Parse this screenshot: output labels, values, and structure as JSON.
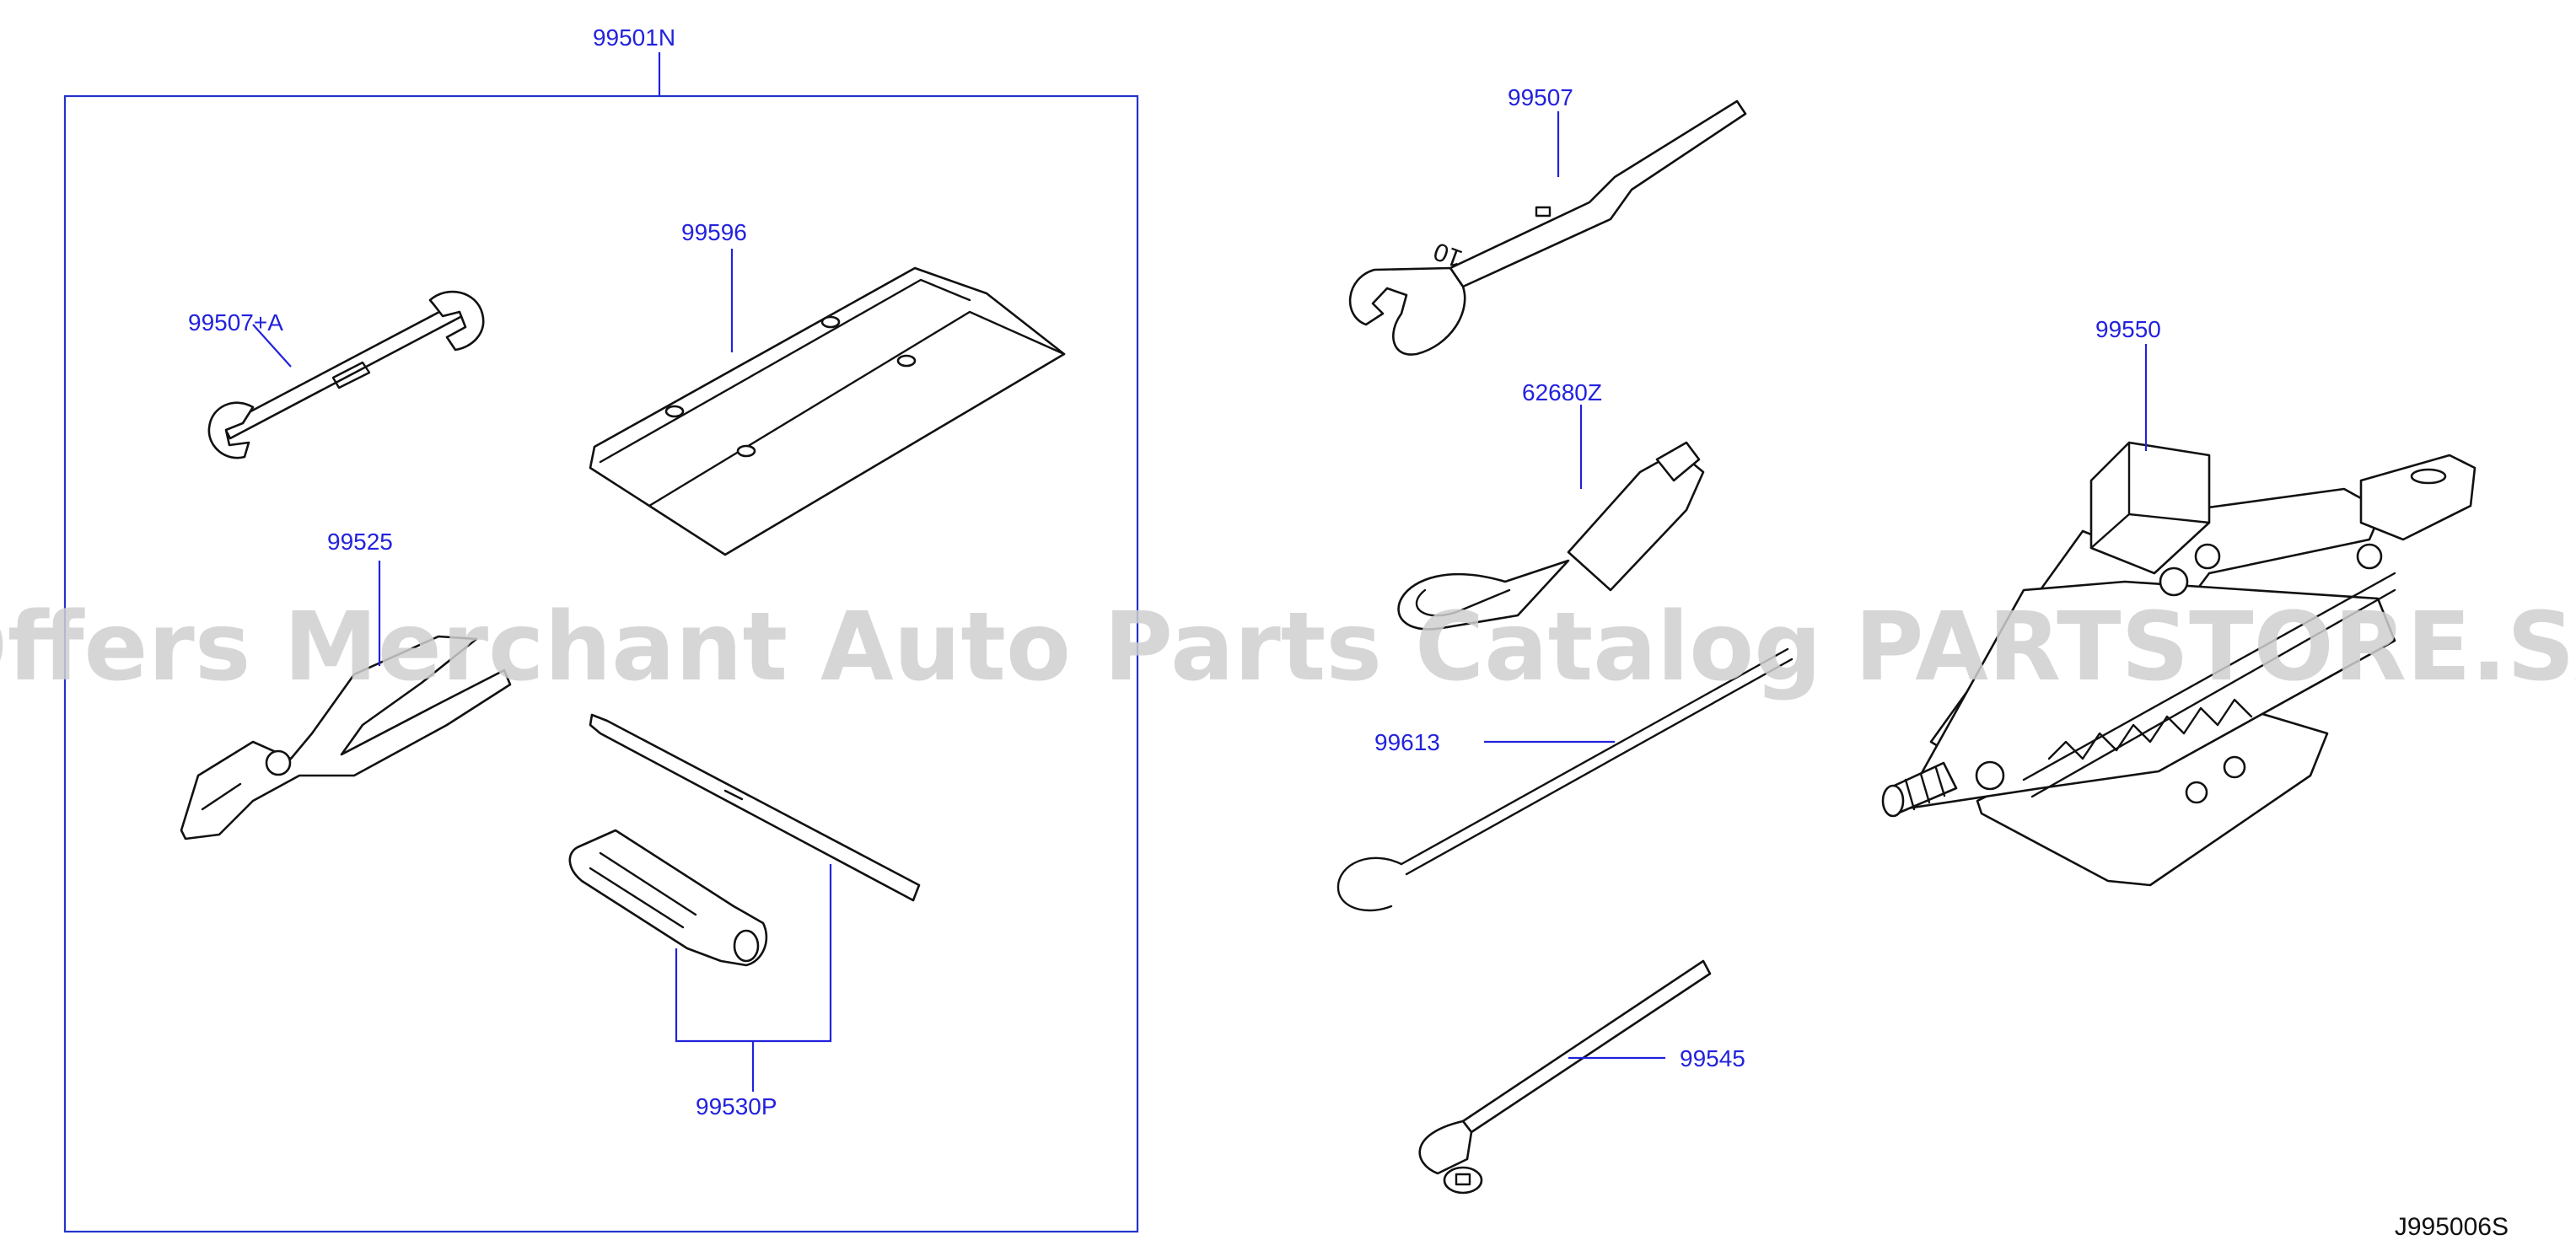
{
  "diagram": {
    "kit_label": "99501N",
    "labels": {
      "wrench_small": "99507+A",
      "tool_bag": "99596",
      "pliers": "99525",
      "screwdriver": "99530P",
      "wrench": "99507",
      "tow_hook": "62680Z",
      "hook_rod": "99613",
      "lug_wrench": "99545",
      "jack": "99550"
    },
    "wrench_marking": "10",
    "drawing_code": "J995006S",
    "watermark": "Offers Merchant Auto Parts Catalog PARTSTORE.SA"
  }
}
